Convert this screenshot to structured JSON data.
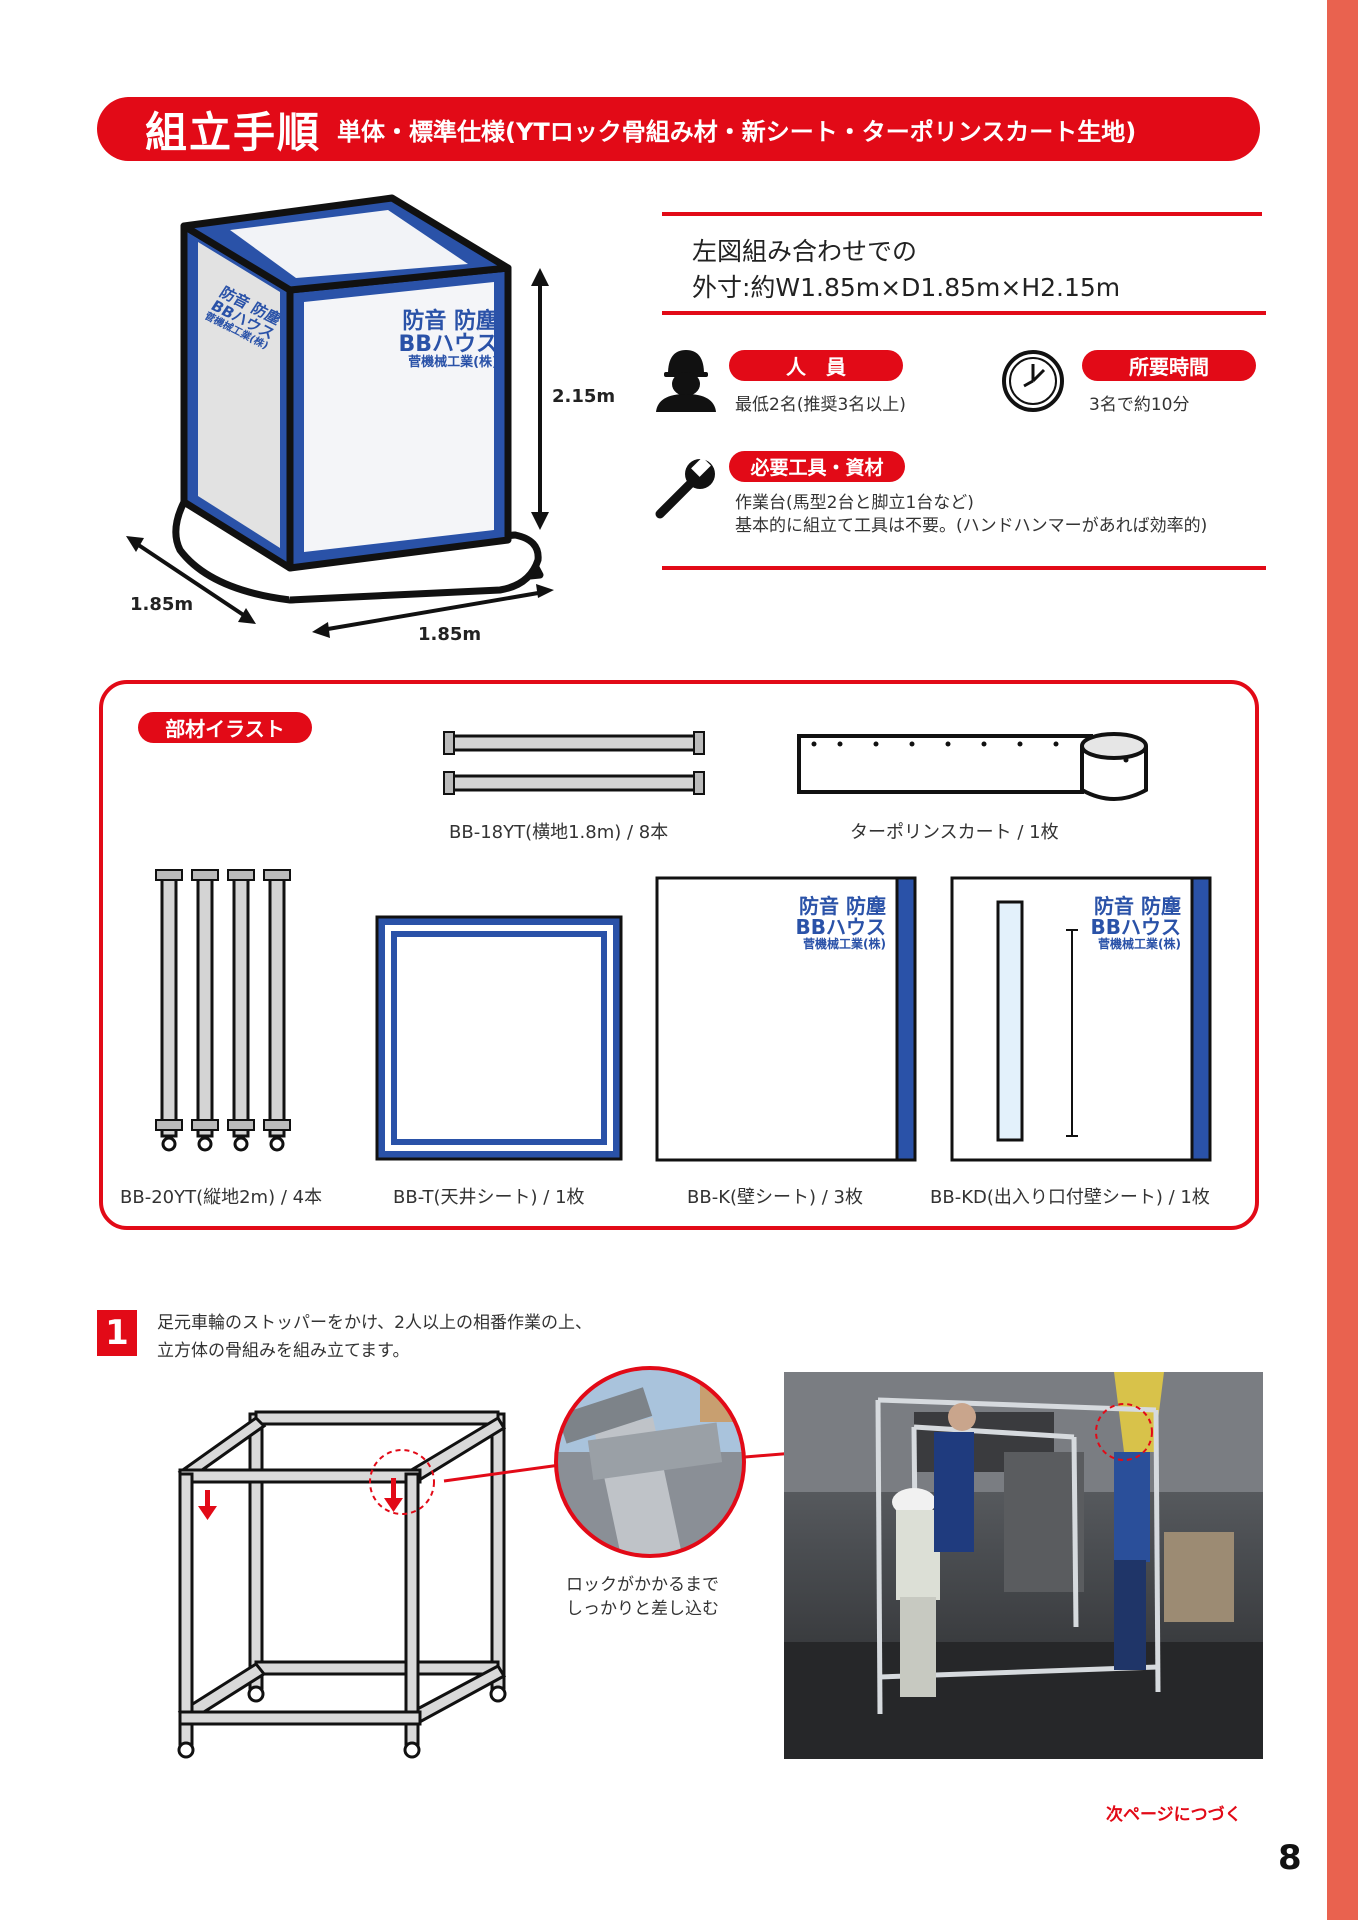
{
  "header": {
    "title": "組立手順",
    "subtitle": "単体・標準仕様(YTロック骨組み材・新シート・ターポリンスカート生地)"
  },
  "cube_illustration": {
    "brand": {
      "line1": "防音 防塵",
      "line2": "BBハウス",
      "line3": "菅機械工業(株)"
    },
    "height_label": "2.15m",
    "depth_label": "1.85m",
    "width_label": "1.85m"
  },
  "spec": {
    "line1": "左図組み合わせでの",
    "line2": "外寸:約W1.85m×D1.85m×H2.15m"
  },
  "personnel": {
    "label": "人　員",
    "text": "最低2名(推奨3名以上)",
    "icon": "worker-helmet-icon"
  },
  "time_required": {
    "label": "所要時間",
    "text": "3名で約10分",
    "icon": "clock-icon"
  },
  "tools": {
    "label": "必要工具・資材",
    "line1": "作業台(馬型2台と脚立1台など)",
    "line2": "基本的に組立て工具は不要。(ハンドハンマーがあれば効率的)",
    "icon": "wrench-icon"
  },
  "parts": {
    "label": "部材イラスト",
    "horizontal_frame": "BB-18YT(横地1.8m) / 8本",
    "tarpaulin_skirt": "ターポリンスカート / 1枚",
    "vertical_frame": "BB-20YT(縦地2m) / 4本",
    "ceiling_sheet": "BB-T(天井シート) / 1枚",
    "wall_sheet": "BB-K(壁シート) / 3枚",
    "door_wall_sheet": "BB-KD(出入り口付壁シート) / 1枚",
    "panel_brand": {
      "line1": "防音 防塵",
      "line2": "BBハウス",
      "line3": "菅機械工業(株)"
    }
  },
  "step1": {
    "number": "1",
    "line1": "足元車輪のストッパーをかけ、2人以上の相番作業の上、",
    "line2": "立方体の骨組みを組み立てます。",
    "callout_line1": "ロックがかかるまで",
    "callout_line2": "しっかりと差し込む"
  },
  "footer": {
    "next": "次ページにつづく",
    "page": "8"
  },
  "colors": {
    "accent_red": "#e20a17",
    "brand_blue": "#2a52a8",
    "side_strip": "#e9624f"
  }
}
